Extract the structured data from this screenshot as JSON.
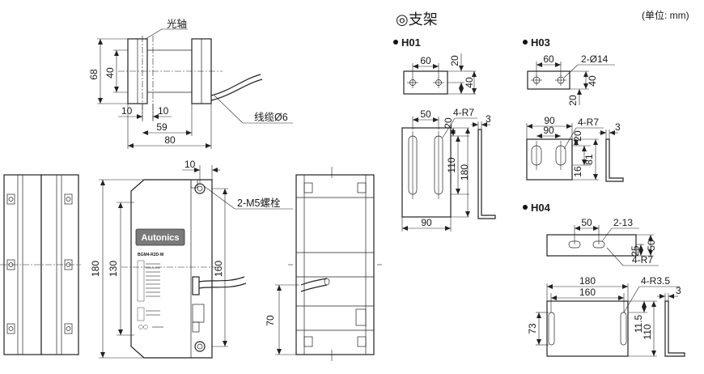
{
  "header": {
    "title": "◎支架",
    "unit_note": "(单位: mm)"
  },
  "brackets": {
    "h01": "H01",
    "h03": "H03",
    "h04": "H04"
  },
  "labels": {
    "optical_axis": "光轴",
    "cable": "线缆Ø6",
    "bolt": "2-M5螺栓",
    "logo": "Autonics",
    "model": "BGM4-R2D-W"
  },
  "dims": {
    "front_68": "68",
    "front_40": "40",
    "front_10a": "10",
    "front_10b": "10",
    "front_59": "59",
    "front_80": "80",
    "body_10": "10",
    "body_180": "180",
    "body_130": "130",
    "body_160": "160",
    "back_70": "70",
    "h01_60": "60",
    "h01_20": "20",
    "h01_40": "40",
    "h01_50": "50",
    "h01_4r7": "4-R7",
    "h01_20b": "20",
    "h01_3": "3",
    "h01_110": "110",
    "h01_180": "180",
    "h01_90": "90",
    "h03_60": "60",
    "h03_2d14": "2-Ø14",
    "h03_40": "40",
    "h03_20": "20",
    "h03_90a": "90",
    "h03_90b": "90",
    "h03_4r7": "4-R7",
    "h03_20b": "20",
    "h03_3": "3",
    "h03_16": "16",
    "h03_81": "81",
    "h04_50": "50",
    "h04_213": "2-13",
    "h04_25": "25",
    "h04_50b": "50",
    "h04_4r7": "4-R7",
    "h04_180": "180",
    "h04_160": "160",
    "h04_4r35": "4-R3.5",
    "h04_3": "3",
    "h04_73": "73",
    "h04_115": "11.5",
    "h04_110": "110"
  },
  "colors": {
    "line": "#222222",
    "logo_fill": "#777777",
    "background": "#ffffff"
  }
}
